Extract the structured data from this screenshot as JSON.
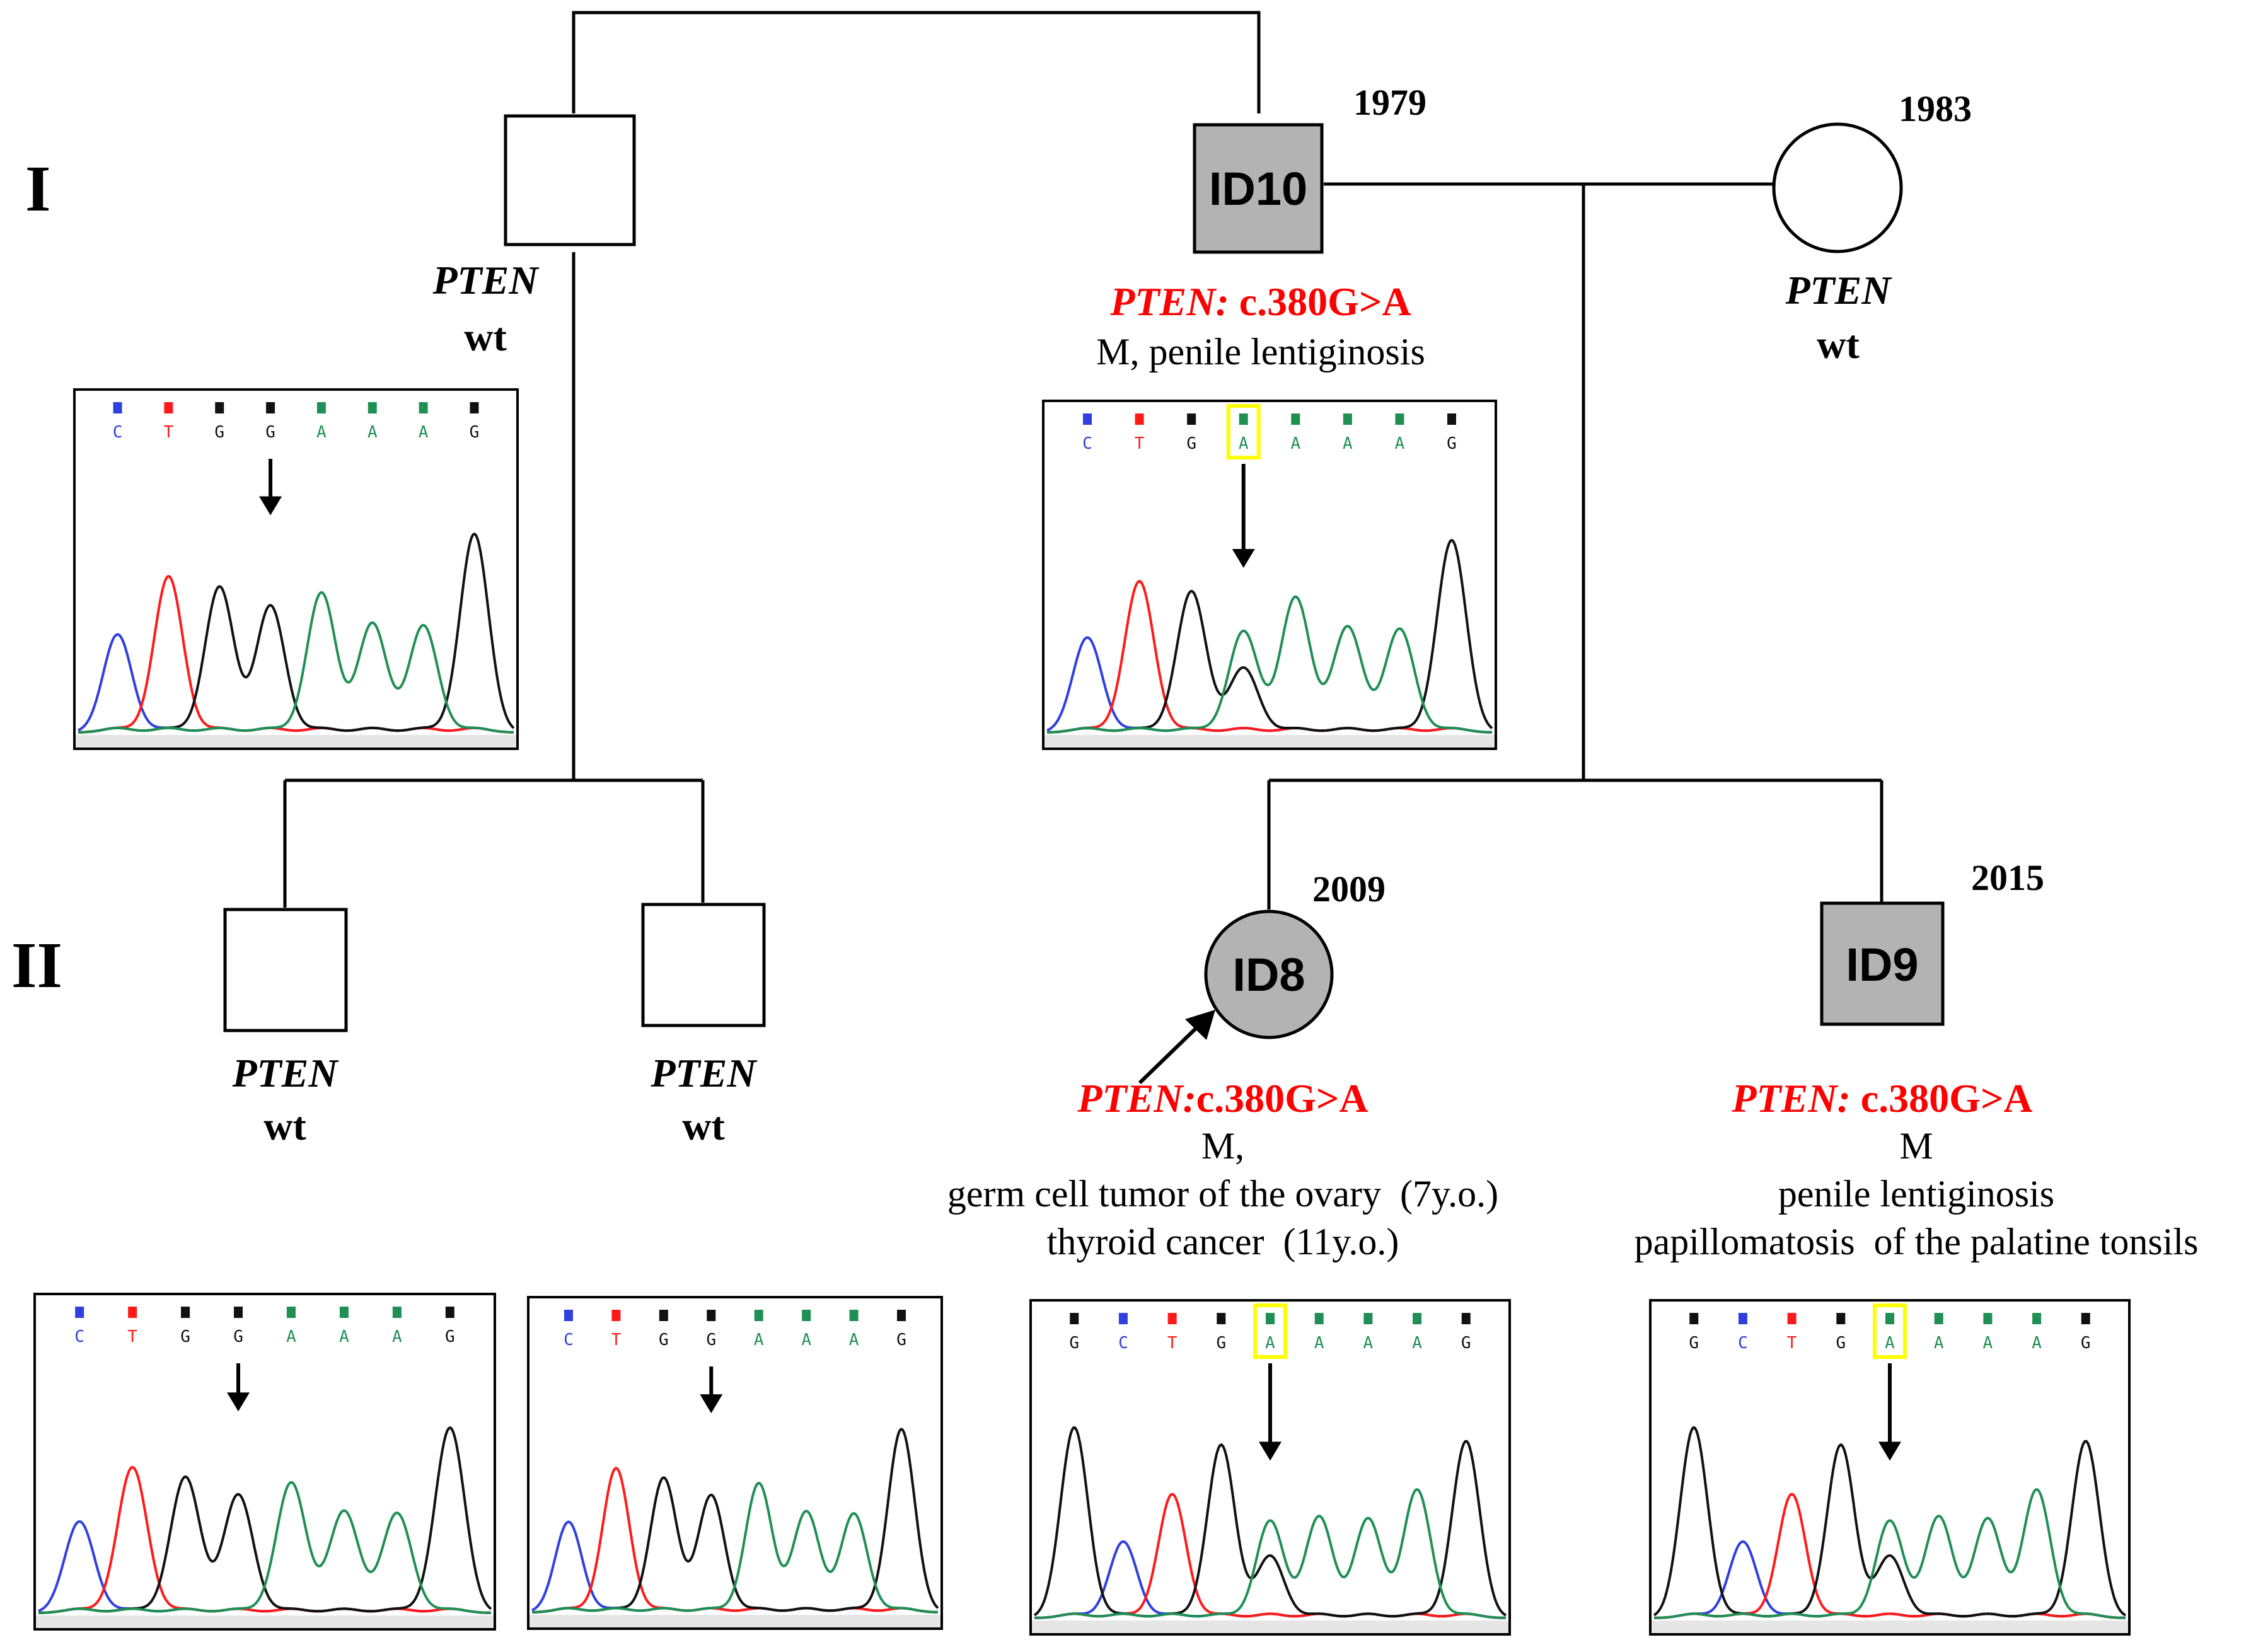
{
  "colors": {
    "affected": "#b3b3b3",
    "mutation_text": "#ff0000",
    "highlight_box": "#ffff00",
    "trace_A": "#1f8f54",
    "trace_C": "#2f3fe0",
    "trace_G": "#111111",
    "trace_T": "#ff1a1a"
  },
  "generations": {
    "I": "I",
    "II": "II"
  },
  "individuals": {
    "gen1_male_left": {
      "gene": "PTEN",
      "status": "wt"
    },
    "id10": {
      "id": "ID10",
      "year": "1979",
      "gene": "PTEN:",
      "variant": "c.380G>A",
      "phenotype_lines": [
        "M, penile lentiginosis"
      ]
    },
    "gen1_female_right": {
      "year": "1983",
      "gene": "PTEN",
      "status": "wt"
    },
    "gen2_male_1": {
      "gene": "PTEN",
      "status": "wt"
    },
    "gen2_male_2": {
      "gene": "PTEN",
      "status": "wt"
    },
    "id8": {
      "id": "ID8",
      "year": "2009",
      "gene": "PTEN:",
      "variant": "c.380G>A",
      "phenotype_lines": [
        "M,",
        "germ cell tumor of the ovary  (7y.o.)",
        "thyroid cancer  (11y.o.)"
      ]
    },
    "id9": {
      "id": "ID9",
      "year": "2015",
      "gene": "PTEN:",
      "variant": "c.380G>A",
      "phenotype_lines": [
        "M",
        "penile lentiginosis",
        "papillomatosis  of the palatine tonsils"
      ]
    }
  },
  "chromatograms": [
    {
      "name": "chromatogram-gen1-left",
      "bases": [
        "C",
        "T",
        "G",
        "G",
        "A",
        "A",
        "A",
        "G"
      ],
      "genotype": "wt"
    },
    {
      "name": "chromatogram-id10",
      "bases": [
        "C",
        "T",
        "G",
        "A",
        "A",
        "A",
        "A",
        "G"
      ],
      "genotype": "het",
      "highlight": 3
    },
    {
      "name": "chromatogram-gen2-1",
      "bases": [
        "C",
        "T",
        "G",
        "G",
        "A",
        "A",
        "A",
        "G"
      ],
      "genotype": "wt"
    },
    {
      "name": "chromatogram-gen2-2",
      "bases": [
        "C",
        "T",
        "G",
        "G",
        "A",
        "A",
        "A",
        "G"
      ],
      "genotype": "wt"
    },
    {
      "name": "chromatogram-id8",
      "bases": [
        "G",
        "C",
        "T",
        "G",
        "A",
        "A",
        "A",
        "A",
        "G"
      ],
      "genotype": "het",
      "highlight": 4
    },
    {
      "name": "chromatogram-id9",
      "bases": [
        "G",
        "C",
        "T",
        "G",
        "A",
        "A",
        "A",
        "A",
        "G"
      ],
      "genotype": "het",
      "highlight": 4
    }
  ]
}
